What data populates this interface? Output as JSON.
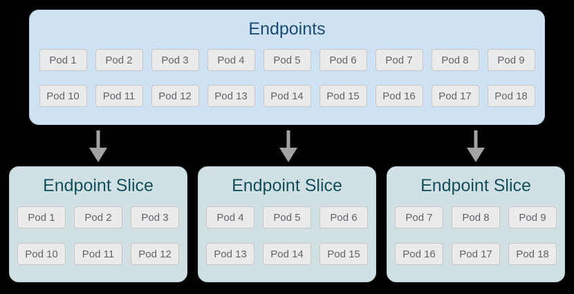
{
  "colors": {
    "background": "#000000",
    "endpoints_box_fill": "#cfe2f3",
    "endpoints_title_text": "#1b4a73",
    "slice_box_fill": "#d0e0e3",
    "slice_title_text": "#134f5c",
    "pod_fill": "#ebebeb",
    "pod_border": "#c6c6c6",
    "pod_text": "#5f6368",
    "arrow": "#a3a3a3"
  },
  "endpoints": {
    "title": "Endpoints",
    "rows": [
      [
        "Pod 1",
        "Pod 2",
        "Pod 3",
        "Pod 4",
        "Pod 5",
        "Pod 6",
        "Pod 7",
        "Pod 8",
        "Pod 9"
      ],
      [
        "Pod 10",
        "Pod 11",
        "Pod 12",
        "Pod 13",
        "Pod 14",
        "Pod 15",
        "Pod 16",
        "Pod 17",
        "Pod 18"
      ]
    ]
  },
  "slices": [
    {
      "title": "Endpoint Slice",
      "rows": [
        [
          "Pod 1",
          "Pod 2",
          "Pod 3"
        ],
        [
          "Pod 10",
          "Pod 11",
          "Pod 12"
        ]
      ]
    },
    {
      "title": "Endpoint Slice",
      "rows": [
        [
          "Pod 4",
          "Pod 5",
          "Pod 6"
        ],
        [
          "Pod 13",
          "Pod 14",
          "Pod 15"
        ]
      ]
    },
    {
      "title": "Endpoint Slice",
      "rows": [
        [
          "Pod 7",
          "Pod 8",
          "Pod 9"
        ],
        [
          "Pod 16",
          "Pod 17",
          "Pod 18"
        ]
      ]
    }
  ]
}
